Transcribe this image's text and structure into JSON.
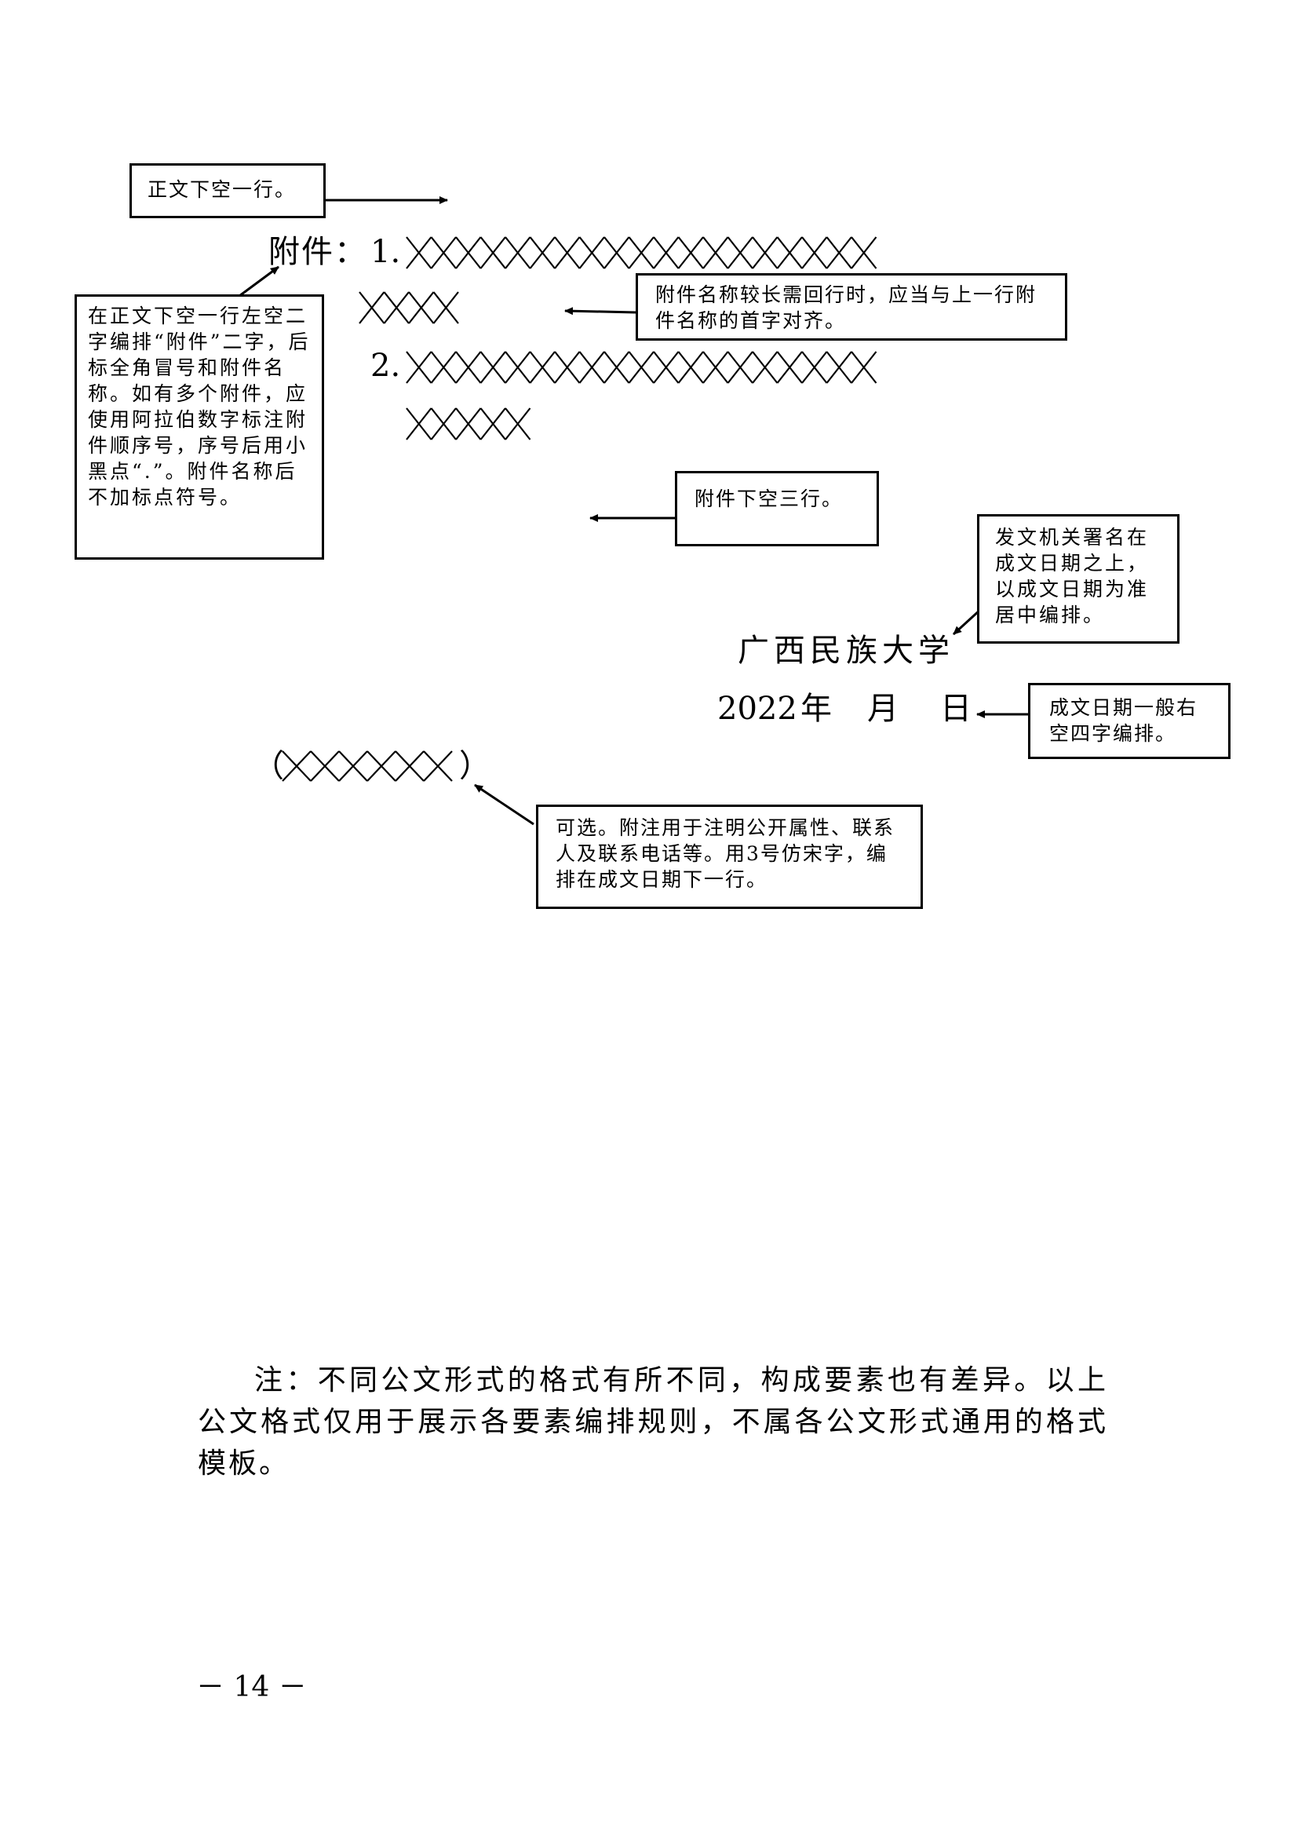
{
  "annotations": {
    "body_blank_line": "正文下空一行。",
    "attachment_label_rule": "在正文下空一行左空二字编排“附件”二字，后标全角冒号和附件名称。如有多个附件，应使用阿拉伯数字标注附件顺序号，序号后用小黑点“.”。附件名称后不加标点符号。",
    "attachment_wrap_rule": "附件名称较长需回行时，应当与上一行附件名称的首字对齐。",
    "after_attachment_blank": "附件下空三行。",
    "issuer_signature_rule": "发文机关署名在成文日期之上，以成文日期为准居中编排。",
    "date_rule": "成文日期一般右空四字编排。",
    "remark_rule": "可选。附注用于注明公开属性、联系人及联系电话等。用3号仿宋字，编排在成文日期下一行。"
  },
  "attachment": {
    "label": "附件：",
    "items": [
      {
        "number": "1.",
        "placeholder_first_line_count": 19,
        "placeholder_second_line_count": 4
      },
      {
        "number": "2.",
        "placeholder_first_line_count": 19,
        "placeholder_second_line_count": 5
      }
    ]
  },
  "issuer": "广西民族大学",
  "date": {
    "year": "2022",
    "year_unit": "年",
    "month_unit": "月",
    "day_unit": "日"
  },
  "remark": {
    "open_paren": "（",
    "close_paren": "）",
    "placeholder_count": 6
  },
  "note": {
    "text": "注：不同公文形式的格式有所不同，构成要素也有差异。以上公文格式仅用于展示各要素编排规则，不属各公文形式通用的格式模板。"
  },
  "page_number": "－ 14 －"
}
